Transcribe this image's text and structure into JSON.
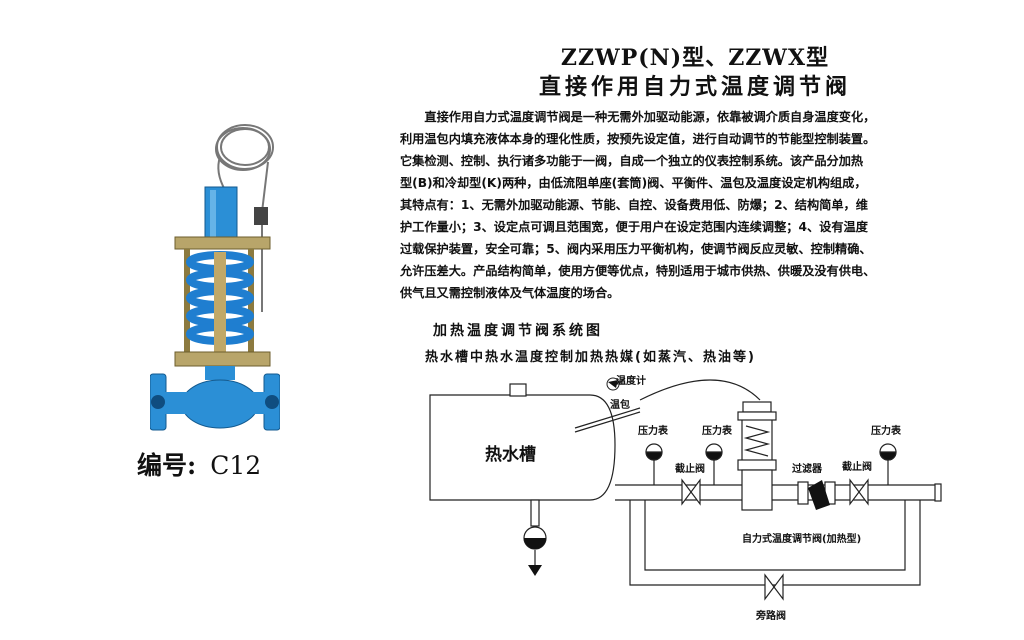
{
  "product": {
    "code_label": "编号:",
    "code_value": "C12"
  },
  "header": {
    "model_title": "ZZWP(N)型、ZZWX型",
    "main_title": "直接作用自力式温度调节阀"
  },
  "description": [
    "直接作用自力式温度调节阀是一种无需外加驱动能源，依靠被调介质自身温度变化，",
    "利用温包内填充液体本身的理化性质，按预先设定值，进行自动调节的节能型控制装置。",
    "它集检测、控制、执行诸多功能于一阀，自成一个独立的仪表控制系统。该产品分加热",
    "型(B)和冷却型(K)两种，由低流阻单座(套筒)阀、平衡件、温包及温度设定机构组成，",
    "其特点有：1、无需外加驱动能源、节能、自控、设备费用低、防爆；2、结构简单，维",
    "护工作量小；3、设定点可调且范围宽，便于用户在设定范围内连续调整；4、设有温度",
    "过载保护装置，安全可靠；5、阀内采用压力平衡机构，使调节阀反应灵敏、控制精确、",
    "允许压差大。产品结构简单，使用方便等优点，特别适用于城市供热、供暖及没有供电、",
    "供气且又需控制液体及气体温度的场合。"
  ],
  "diagram": {
    "title": "加热温度调节阀系统图",
    "subtitle": "热水槽中热水温度控制加热热媒(如蒸汽、热油等)",
    "labels": {
      "thermometer": "温度计",
      "bulb": "温包",
      "tank": "热水槽",
      "pressure_gauge_1": "压力表",
      "pressure_gauge_2": "压力表",
      "pressure_gauge_3": "压力表",
      "stop_valve_1": "截止阀",
      "stop_valve_2": "截止阀",
      "filter": "过滤器",
      "regulator": "自力式温度调节阀(加热型)",
      "bypass_valve": "旁路阀"
    }
  }
}
